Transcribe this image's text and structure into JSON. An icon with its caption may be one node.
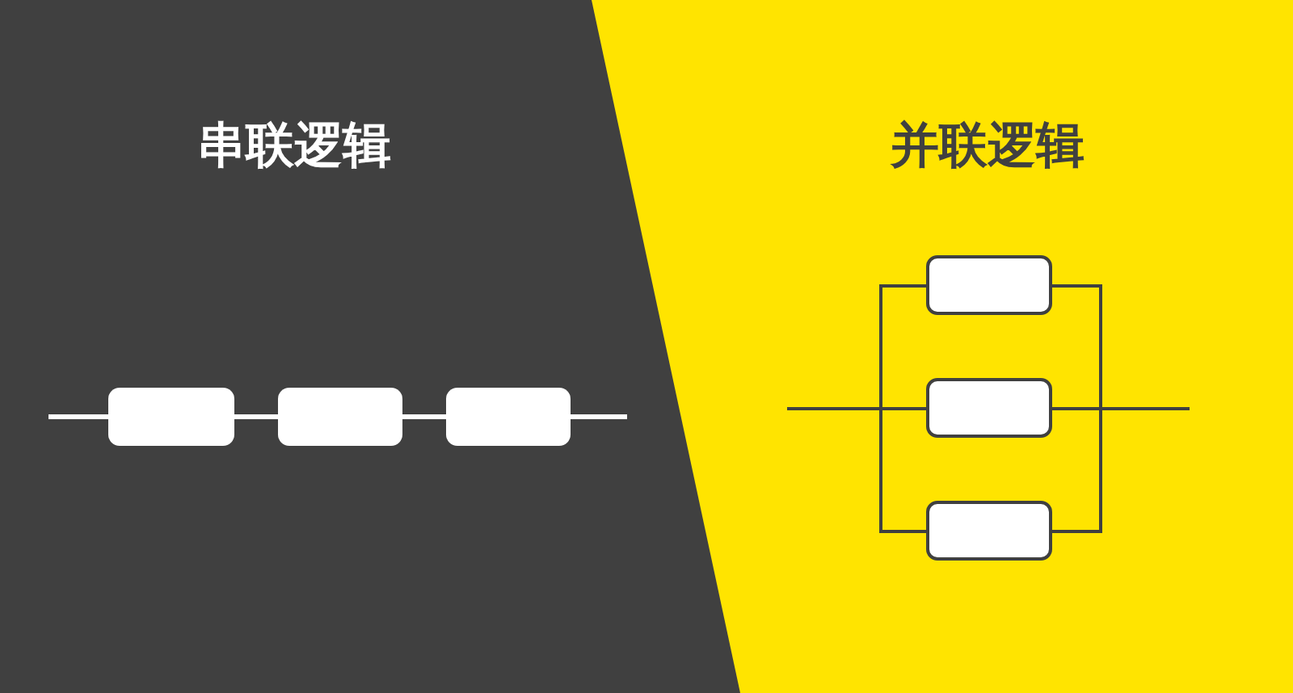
{
  "diagram": {
    "nodes": [
      {
        "text": [],
        "shape": "box"
      },
      {
        "text": [],
        "shape": "box"
      },
      {
        "text": [],
        "shape": "box"
      },
      {
        "text": [],
        "shape": "box"
      },
      {
        "text": [],
        "shape": "box"
      },
      {
        "text": [],
        "shape": "box"
      }
    ],
    "edges": [
      {
        "from": null,
        "to": 0,
        "arrow": "none",
        "color": "#ffffff"
      },
      {
        "from": 0,
        "to": 1,
        "arrow": "none",
        "color": "#ffffff"
      },
      {
        "from": 1,
        "to": 2,
        "arrow": "none",
        "color": "#ffffff"
      },
      {
        "from": 2,
        "to": null,
        "arrow": "none",
        "color": "#ffffff"
      },
      {
        "from": null,
        "to": 3,
        "arrow": "none"
      },
      {
        "from": null,
        "to": 4,
        "arrow": "none"
      },
      {
        "from": null,
        "to": 5,
        "arrow": "none"
      },
      {
        "from": 3,
        "to": null,
        "arrow": "none"
      },
      {
        "from": 4,
        "to": null,
        "arrow": "none"
      },
      {
        "from": 5,
        "to": null,
        "arrow": "none"
      }
    ],
    "labels": [
      "串联逻辑",
      "并联逻辑"
    ]
  }
}
